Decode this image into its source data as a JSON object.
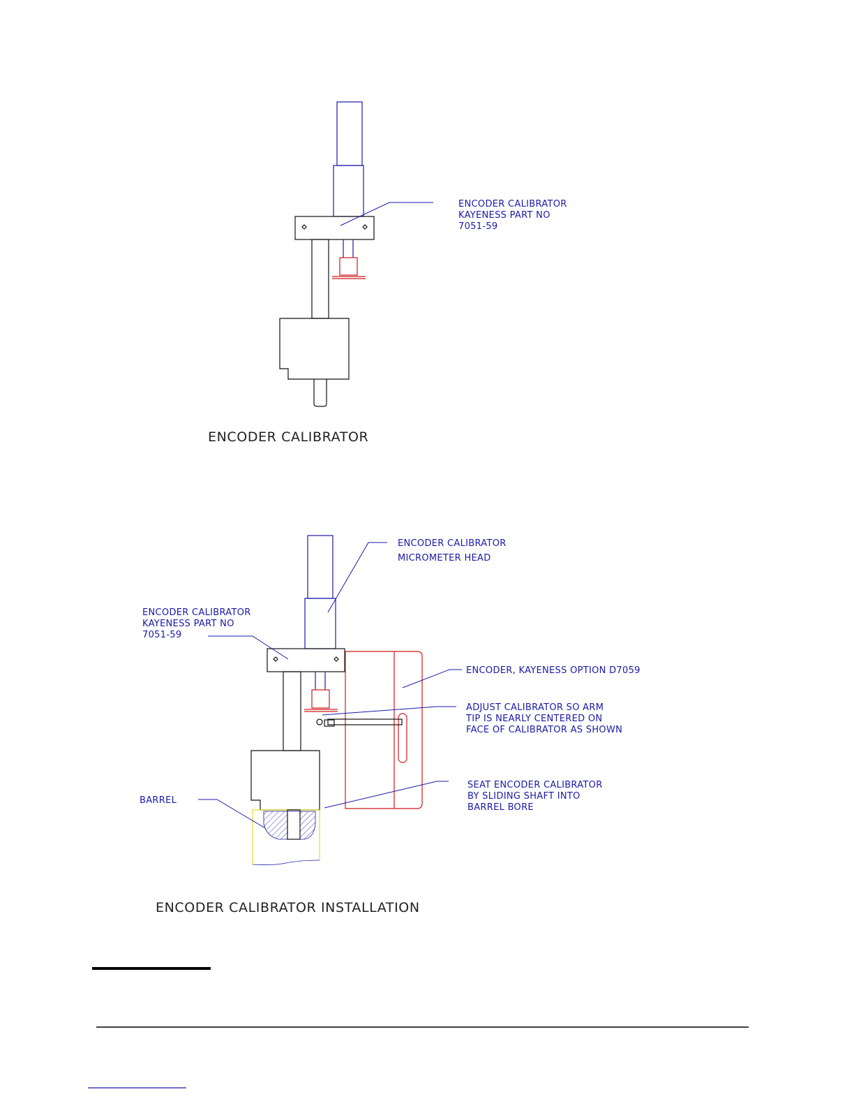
{
  "diagram1": {
    "title": "ENCODER CALIBRATOR",
    "label_part": [
      "ENCODER CALIBRATOR",
      "KAYENESS PART NO",
      "7051-59"
    ]
  },
  "diagram2": {
    "title": "ENCODER CALIBRATOR INSTALLATION",
    "label_micrometer": [
      "ENCODER CALIBRATOR",
      "MICROMETER HEAD"
    ],
    "label_part": [
      "ENCODER CALIBRATOR",
      "KAYENESS PART NO",
      "7051-59"
    ],
    "label_encoder": "ENCODER, KAYENESS OPTION D7059",
    "label_adjust": [
      "ADJUST CALIBRATOR SO ARM",
      "TIP IS NEARLY CENTERED ON",
      "FACE OF CALIBRATOR AS SHOWN"
    ],
    "label_barrel": "BARREL",
    "label_seat": [
      "SEAT ENCODER CALIBRATOR",
      "BY SLIDING SHAFT INTO",
      "BARREL BORE"
    ]
  },
  "colors": {
    "line_blue": "#1a1aa8",
    "line_red": "#cc1a1a",
    "line_black": "#111111",
    "line_yellow": "#e6dc2a"
  }
}
